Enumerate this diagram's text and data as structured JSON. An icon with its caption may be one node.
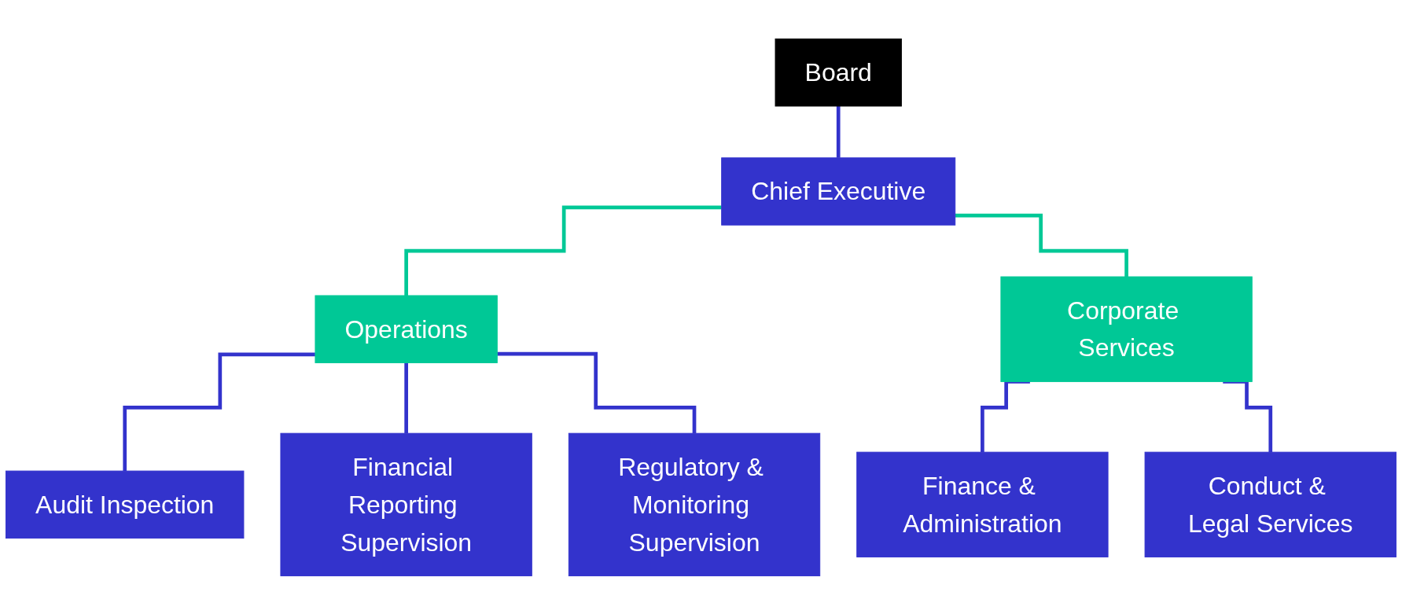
{
  "diagram": {
    "nodes": [
      {
        "text": [
          "Board"
        ]
      },
      {
        "text": [
          "Chief Executive"
        ]
      },
      {
        "text": [
          "Operations"
        ]
      },
      {
        "text": [
          "Corporate Services"
        ]
      },
      {
        "text": [
          "Audit Inspection"
        ]
      },
      {
        "text": [
          "Financial Reporting Supervision"
        ]
      },
      {
        "text": [
          "Regulatory & Monitoring Supervision"
        ]
      },
      {
        "text": [
          "Finance & Administration"
        ]
      },
      {
        "text": [
          "Conduct & Legal Services"
        ]
      }
    ],
    "edges": [
      {
        "from": 0,
        "to": 1,
        "arrow": "none"
      },
      {
        "from": 1,
        "to": 2,
        "arrow": "none",
        "color": "#00c896"
      },
      {
        "from": 1,
        "to": 3,
        "arrow": "none",
        "color": "#00c896"
      },
      {
        "from": 2,
        "to": 4,
        "arrow": "none"
      },
      {
        "from": 2,
        "to": 5,
        "arrow": "none"
      },
      {
        "from": 2,
        "to": 6,
        "arrow": "none"
      },
      {
        "from": 3,
        "to": 7,
        "arrow": "none"
      },
      {
        "from": 3,
        "to": 8,
        "arrow": "none"
      }
    ]
  }
}
